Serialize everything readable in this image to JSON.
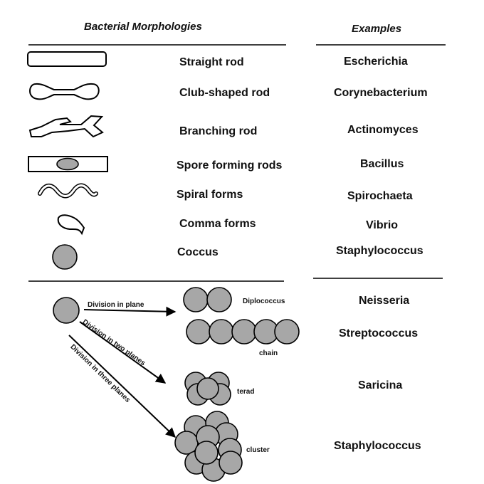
{
  "headers": {
    "morphologies": "Bacterial Morphologies",
    "examples": "Examples"
  },
  "morphologies": [
    {
      "shape": "straight-rod",
      "label": "Straight rod",
      "example": "Escherichia"
    },
    {
      "shape": "club-shaped-rod",
      "label": "Club-shaped rod",
      "example": "Corynebacterium"
    },
    {
      "shape": "branching-rod",
      "label": "Branching rod",
      "example": "Actinomyces"
    },
    {
      "shape": "spore-forming-rod",
      "label": "Spore forming rods",
      "example": "Bacillus"
    },
    {
      "shape": "spiral",
      "label": "Spiral forms",
      "example": "Spirochaeta"
    },
    {
      "shape": "comma",
      "label": "Comma forms",
      "example": "Vibrio"
    },
    {
      "shape": "coccus",
      "label": "Coccus",
      "example": "Staphylococcus"
    }
  ],
  "divisions": {
    "one_plane": "Division in plane",
    "two_planes": "Division in two planes",
    "three_planes": "Division in three planes"
  },
  "arrangements": [
    {
      "label": "Diplococcus",
      "example": "Neisseria"
    },
    {
      "label": "chain",
      "example": "Streptococcus"
    },
    {
      "label": "terad",
      "example": "Saricina"
    },
    {
      "label": "cluster",
      "example": "Staphylococcus"
    }
  ],
  "colors": {
    "cell_fill": "#a7a7a7",
    "line": "#000000"
  }
}
